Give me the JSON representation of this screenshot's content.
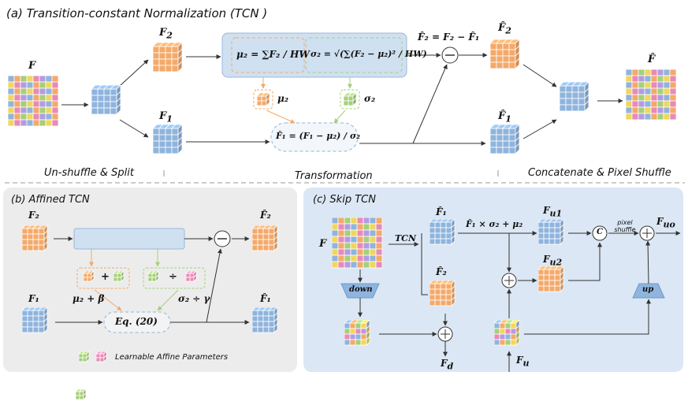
{
  "panel_a": {
    "title": "(a) Transition-constant Normalization (TCN )",
    "stages": [
      "Un-shuffle & Split",
      "Transformation",
      "Concatenate & Pixel Shuffle"
    ],
    "F": "F",
    "F2": "F",
    "F2_sub": "2",
    "F1": "F",
    "F1_sub": "1",
    "F2hat": "F̂",
    "F2hat_sub": "2",
    "F1hat": "F̂",
    "F1hat_sub": "1",
    "Fhat": "F̂",
    "mu_eq": "μ₂ = ∑F₂ / HW",
    "sigma_eq": "σ₂ = √(∑(F₂ − μ₂)² / HW)",
    "mu_label": "μ₂",
    "sigma_label": "σ₂",
    "f1hat_eq": "F̂₁ = (F₁ − μ₂) / σ₂",
    "f2hat_eq": "F̂₂ = F₂ − F̂₁"
  },
  "panel_b": {
    "title": "(b) Affined TCN",
    "F2": "F₂",
    "F1": "F₁",
    "F2hat": "F̂₂",
    "F1hat": "F̂₁",
    "plus": "+",
    "div": "÷",
    "mu_beta": "μ₂ + β",
    "sigma_gamma": "σ₂ ÷ γ",
    "eq": "Eq. (20)",
    "legend": "Learnable Affine Parameters"
  },
  "panel_c": {
    "title": "(c) Skip TCN",
    "F": "F",
    "TCN": "TCN",
    "F1hat": "F̂₁",
    "F2hat": "F̂₂",
    "expr": "F̂₁ × σ₂ + μ₂",
    "Fu1": "F",
    "Fu1_sub": "u1",
    "Fu2": "F",
    "Fu2_sub": "u2",
    "Fuo": "F",
    "Fuo_sub": "uo",
    "Fd": "F",
    "Fd_sub": "d",
    "Fu": "F",
    "Fu_sub": "u",
    "concat": "C",
    "pixel_shuffle": "pixel shuffle",
    "down": "down",
    "up": "up"
  },
  "colors": {
    "blue": "#8fb4dd",
    "orange": "#f4a96a",
    "green": "#a6cf7a",
    "yellow": "#f1d65e",
    "pink": "#e88ab6",
    "purple": "#b49be0",
    "panel_b_bg": "#ececec",
    "panel_c_bg": "#dbe7f4",
    "stats_box": "#cfe0f1"
  }
}
